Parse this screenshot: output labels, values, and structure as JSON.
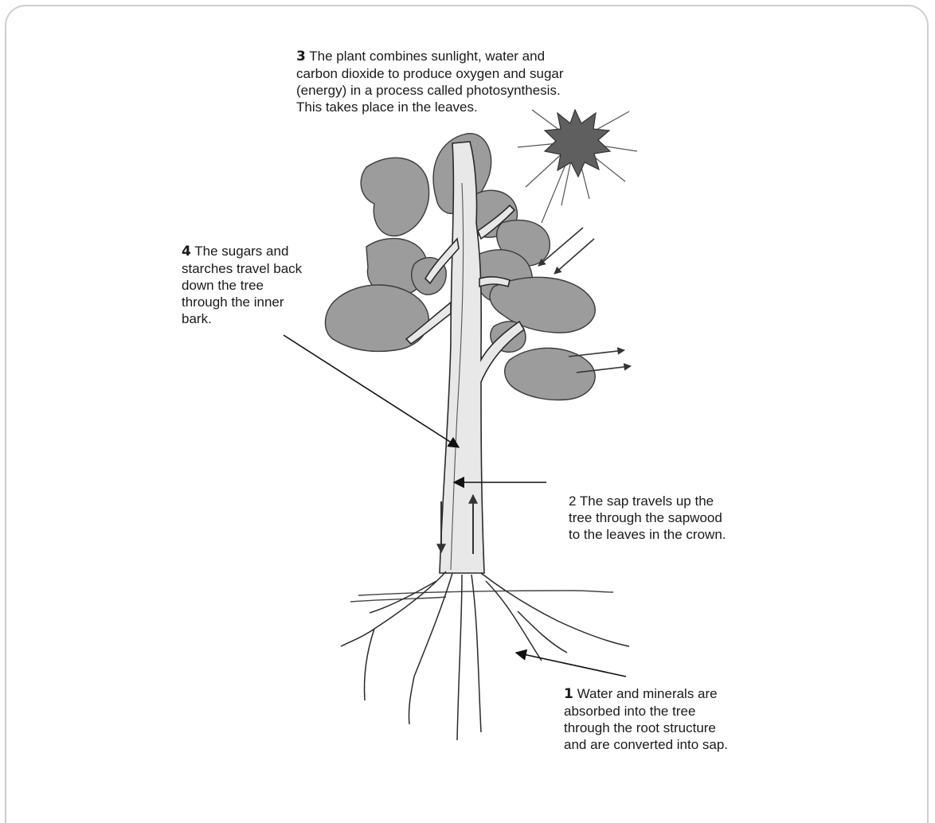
{
  "callouts": {
    "step3": {
      "number": "3",
      "lines": [
        "The plant combines sunlight, water and",
        "carbon dioxide to produce oxygen and sugar",
        "(energy) in a process called photosynthesis.",
        "This takes place in the leaves."
      ]
    },
    "step4": {
      "number": "4",
      "lines": [
        "The sugars and",
        "starches travel back",
        "down the tree",
        "through the inner",
        "bark."
      ]
    },
    "step2": {
      "number": "2",
      "lines": [
        "The sap travels up the",
        "tree through the sapwood",
        "to the leaves in the crown."
      ]
    },
    "step1": {
      "number": "1",
      "lines": [
        "Water and minerals are",
        "absorbed into the tree",
        "through the root structure",
        "and are converted into sap."
      ]
    }
  },
  "colors": {
    "leaf": "#9c9c9c",
    "trunk": "#e8e8e8",
    "sun": "#5f5f5f",
    "ink": "#222222"
  }
}
